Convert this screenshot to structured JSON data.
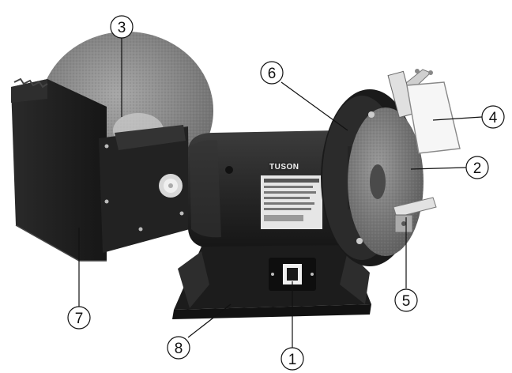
{
  "product": {
    "brand": "TUSON"
  },
  "callouts": [
    {
      "id": "c1",
      "label": "1"
    },
    {
      "id": "c2",
      "label": "2"
    },
    {
      "id": "c3",
      "label": "3"
    },
    {
      "id": "c4",
      "label": "4"
    },
    {
      "id": "c5",
      "label": "5"
    },
    {
      "id": "c6",
      "label": "6"
    },
    {
      "id": "c7",
      "label": "7"
    },
    {
      "id": "c8",
      "label": "8"
    }
  ],
  "colors": {
    "body": "#1f1f1f",
    "body_light": "#3a3a3a",
    "stone": "#8e8e8e",
    "stone_dark": "#6e6e6e",
    "line": "#111111"
  }
}
